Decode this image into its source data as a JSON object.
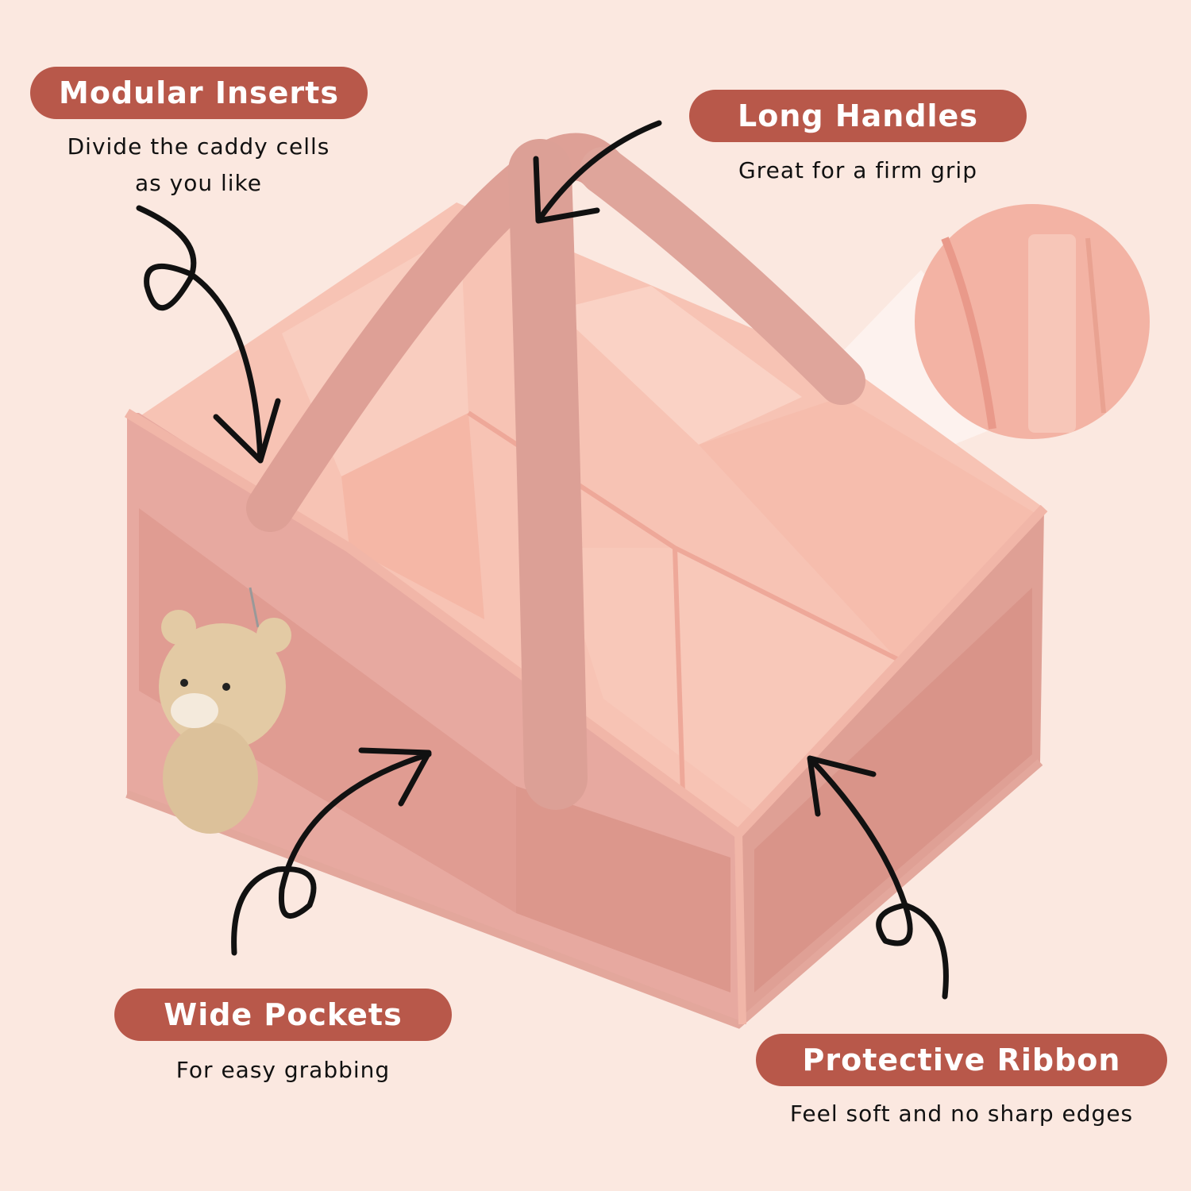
{
  "callouts": {
    "modular": {
      "title": "Modular Inserts",
      "line1": "Divide the caddy cells",
      "line2": "as you like"
    },
    "handles": {
      "title": "Long Handles",
      "line1": "Great for a firm grip"
    },
    "pockets": {
      "title": "Wide Pockets",
      "line1": "For easy grabbing"
    },
    "ribbon": {
      "title": "Protective Ribbon",
      "line1": "Feel soft and no sharp edges"
    }
  },
  "colors": {
    "background": "#fbe8e0",
    "pill": "#b8584a",
    "caddy_outer": "#e7a9a0",
    "caddy_inner": "#f7c3b4",
    "bear": "#e3caa4"
  }
}
